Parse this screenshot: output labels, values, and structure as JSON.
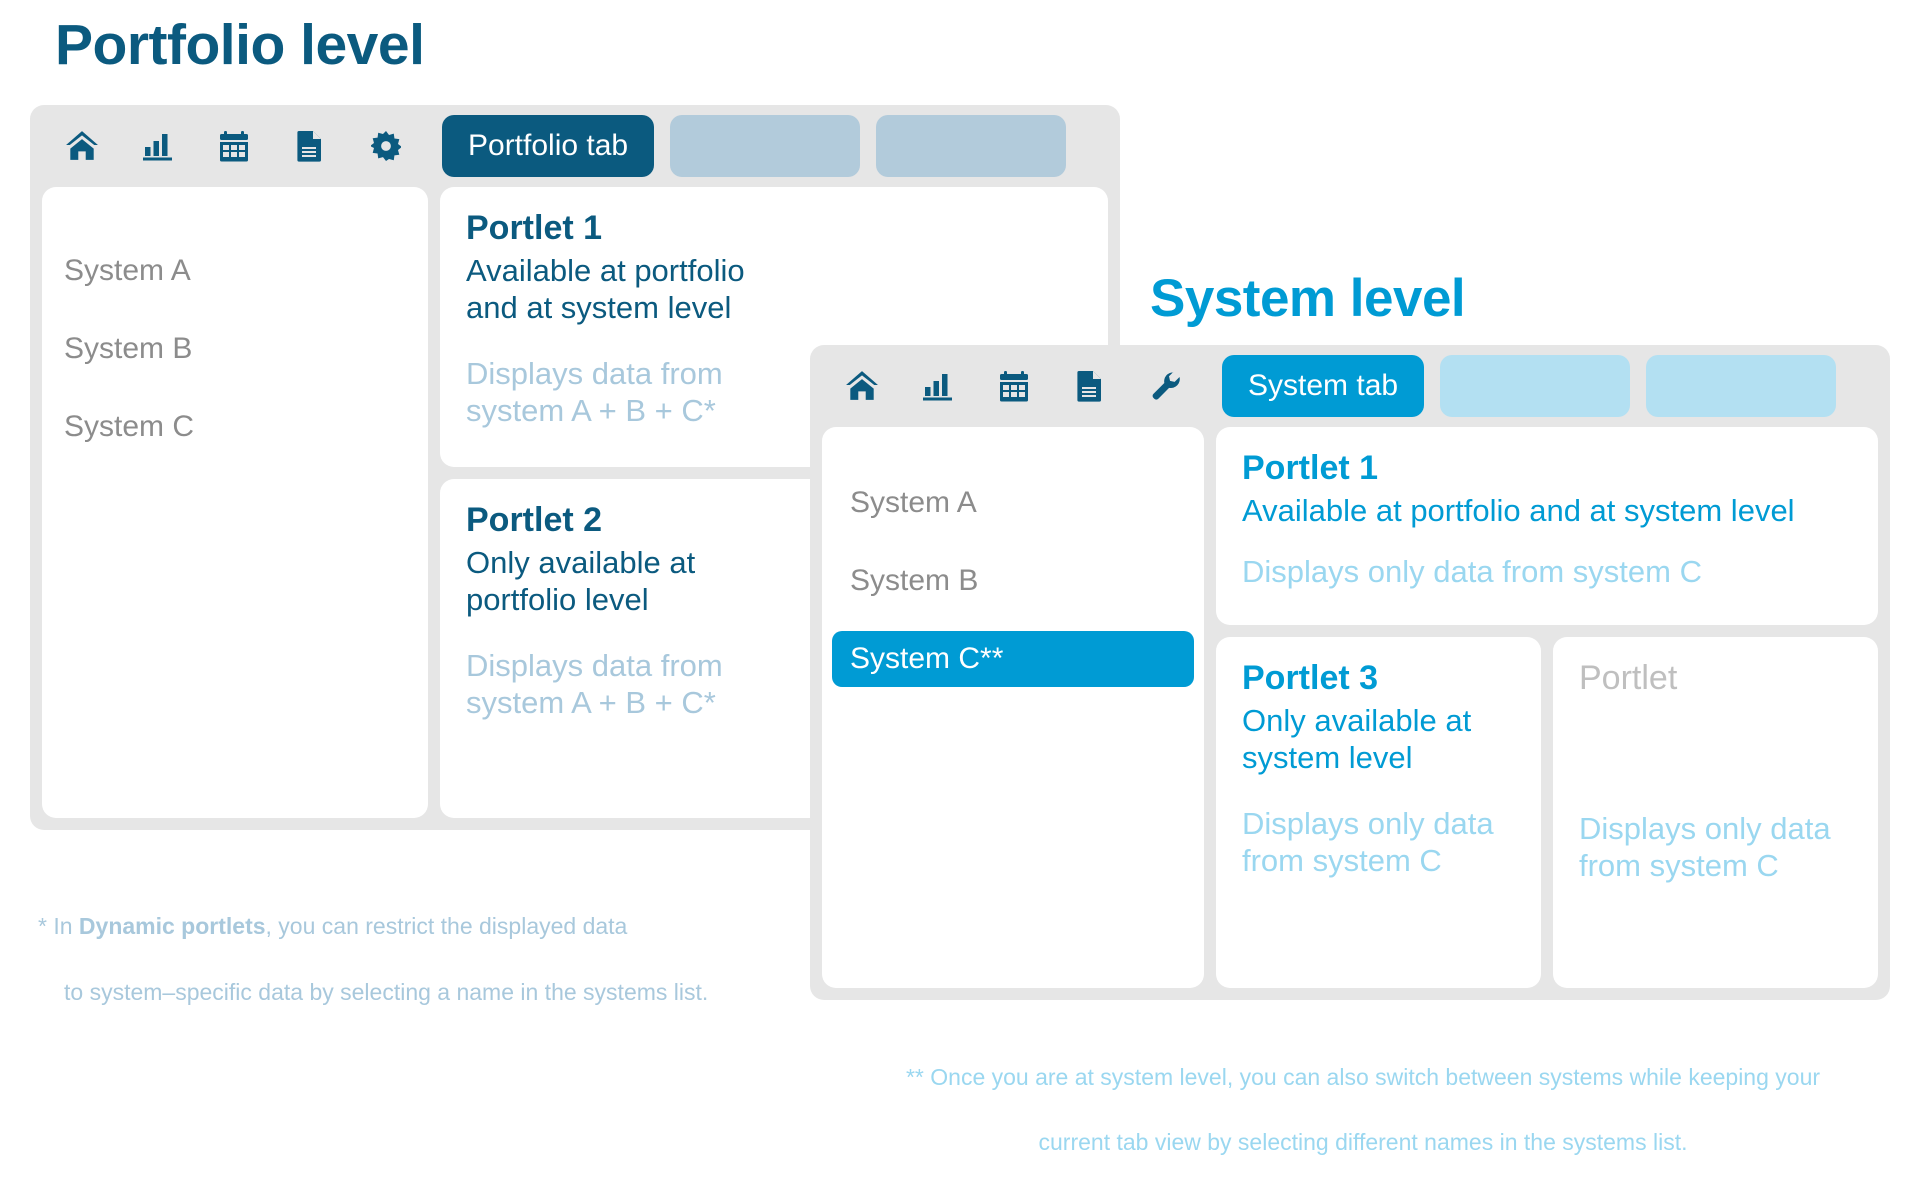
{
  "portfolio": {
    "title": "Portfolio level",
    "accent_color": "#0b5a7f",
    "toolbar": {
      "icons": [
        "home-icon",
        "bar-chart-icon",
        "calendar-icon",
        "document-icon",
        "gear-icon"
      ],
      "tabs": [
        {
          "label": "Portfolio tab",
          "state": "active"
        },
        {
          "label": "",
          "state": "empty"
        },
        {
          "label": "",
          "state": "empty"
        }
      ]
    },
    "systems": [
      {
        "label": "System A",
        "selected": false
      },
      {
        "label": "System B",
        "selected": false
      },
      {
        "label": "System C",
        "selected": false
      }
    ],
    "portlets": [
      {
        "title": "Portlet 1",
        "subtitle": "Available at portfolio\nand at system level",
        "note": "Displays data from\nsystem A + B + C*"
      },
      {
        "title": "Portlet 2",
        "subtitle": "Only available at\nportfolio level",
        "note": "Displays data from\nsystem A + B + C*"
      }
    ],
    "footnote": {
      "marker": "*",
      "line1_before": " In ",
      "line1_bold": "Dynamic portlets",
      "line1_after": ", you can restrict the displayed data",
      "line2": "to system–specific data by selecting a name in the systems list."
    }
  },
  "system": {
    "title": "System level",
    "accent_color": "#009bd4",
    "toolbar": {
      "icons": [
        "home-icon",
        "bar-chart-icon",
        "calendar-icon",
        "document-icon",
        "wrench-icon"
      ],
      "tabs": [
        {
          "label": "System tab",
          "state": "active"
        },
        {
          "label": "",
          "state": "empty"
        },
        {
          "label": "",
          "state": "empty"
        }
      ]
    },
    "systems": [
      {
        "label": "System A",
        "selected": false
      },
      {
        "label": "System B",
        "selected": false
      },
      {
        "label": "System C**",
        "selected": true
      }
    ],
    "portlets": [
      {
        "title": "Portlet 1",
        "subtitle": "Available at portfolio and at system level",
        "note": "Displays only data from system C"
      },
      {
        "title": "Portlet 3",
        "subtitle": "Only available at\nsystem level",
        "note": "Displays only data\nfrom system C"
      },
      {
        "title": "Portlet",
        "subtitle": "",
        "note": "Displays only data\nfrom system C"
      }
    ],
    "footnote": {
      "line1": "** Once you are at system level, you can also switch between systems while keeping your",
      "line2": "current tab view by selecting different names in the systems list."
    }
  }
}
